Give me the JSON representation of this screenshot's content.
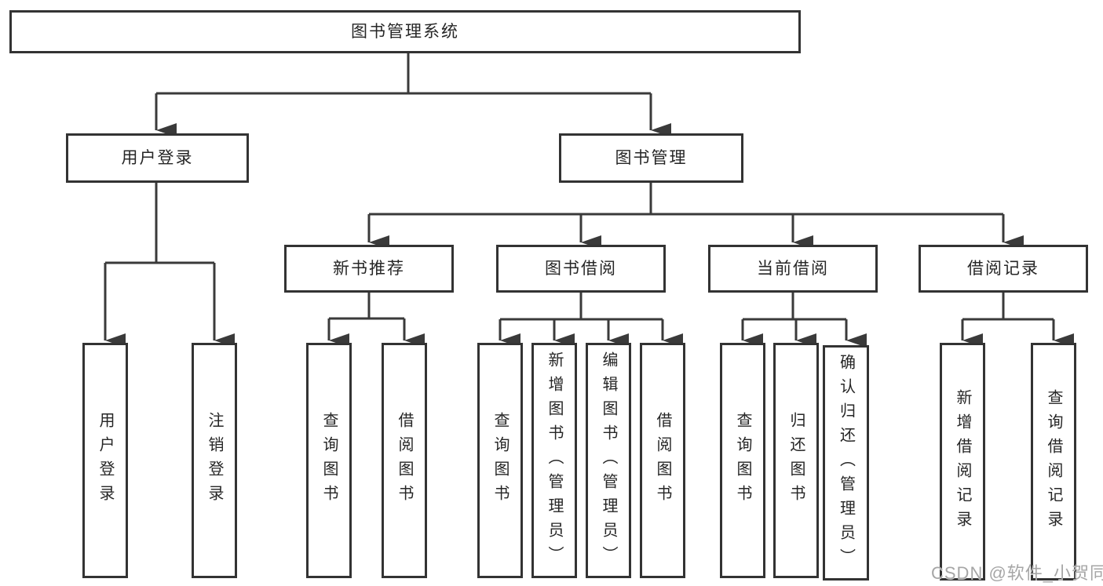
{
  "tree": {
    "label": "图书管理系统",
    "children": [
      {
        "label": "用户登录",
        "children": [
          {
            "label": "用户登录"
          },
          {
            "label": "注销登录"
          }
        ]
      },
      {
        "label": "图书管理",
        "children": [
          {
            "label": "新书推荐",
            "children": [
              {
                "label": "查询图书"
              },
              {
                "label": "借阅图书"
              }
            ]
          },
          {
            "label": "图书借阅",
            "children": [
              {
                "label": "查询图书"
              },
              {
                "label": "新增图书（管理员）"
              },
              {
                "label": "编辑图书（管理员）"
              },
              {
                "label": "借阅图书"
              }
            ]
          },
          {
            "label": "当前借阅",
            "children": [
              {
                "label": "查询图书"
              },
              {
                "label": "归还图书"
              },
              {
                "label": "确认归还（管理员）"
              }
            ]
          },
          {
            "label": "借阅记录",
            "children": [
              {
                "label": "新增借阅记录"
              },
              {
                "label": "查询借阅记录"
              }
            ]
          }
        ]
      }
    ]
  },
  "watermark": "CSDN @软件_小贺同学",
  "colors": {
    "line": "#3a3a3a",
    "border": "#333333",
    "text": "#262626",
    "watermark": "#a6a6a6",
    "background": "#ffffff"
  }
}
